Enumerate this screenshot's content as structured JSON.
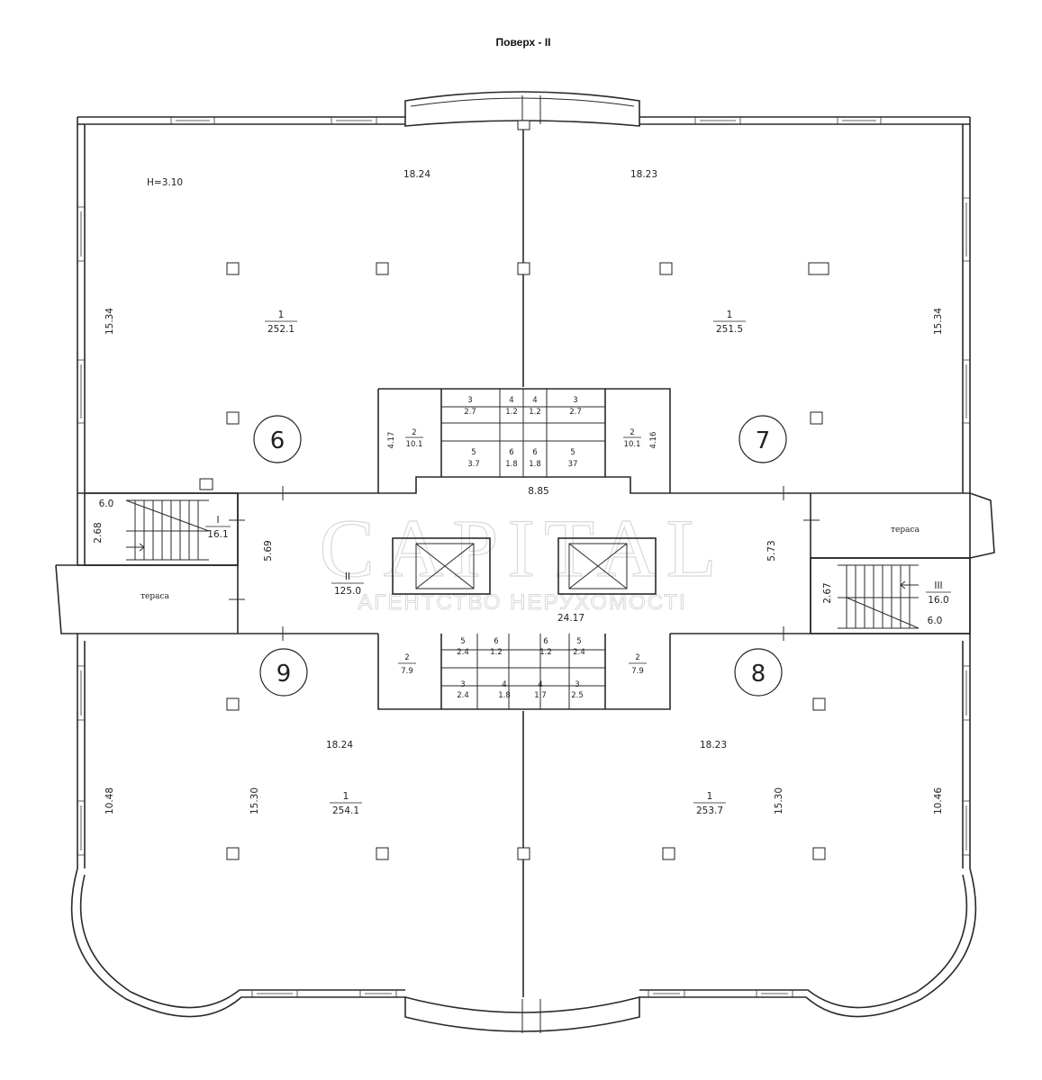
{
  "title": "Поверх - II",
  "height_note": "H=3.10",
  "watermark": {
    "main": "CAPITAL",
    "sub": "АГЕНТСТВО НЕРУХОМОСТІ"
  },
  "terrace_label": "тераса",
  "units": [
    "6",
    "7",
    "8",
    "9"
  ],
  "offices": {
    "u6": {
      "num": "1",
      "area": "252.1"
    },
    "u7": {
      "num": "1",
      "area": "251.5"
    },
    "u9": {
      "num": "1",
      "area": "254.1"
    },
    "u8": {
      "num": "1",
      "area": "253.7"
    }
  },
  "public": {
    "stair_I": {
      "num": "I",
      "area": "16.1"
    },
    "hall_II": {
      "num": "II",
      "area": "125.0"
    },
    "stair_III": {
      "num": "III",
      "area": "16.0"
    }
  },
  "dimensions": {
    "d_18_24_top": "18.24",
    "d_18_23_top": "18.23",
    "d_15_34_left": "15.34",
    "d_15_34_right": "15.34",
    "d_4_17": "4.17",
    "d_4_16": "4.16",
    "d_8_85": "8.85",
    "d_6_0_left": "6.0",
    "d_2_68": "2.68",
    "d_5_69": "5.69",
    "d_5_73": "5.73",
    "d_2_67": "2.67",
    "d_6_0_right": "6.0",
    "d_24_17": "24.17",
    "d_18_24_bot": "18.24",
    "d_18_23_bot": "18.23",
    "d_10_48": "10.48",
    "d_15_30_left": "15.30",
    "d_15_30_right": "15.30",
    "d_10_46": "10.46"
  },
  "wet_top": [
    {
      "num": "2",
      "area": "10.1"
    },
    {
      "num": "3",
      "area": "2.7"
    },
    {
      "num": "4",
      "area": "1.2"
    },
    {
      "num": "4",
      "area": "1.2"
    },
    {
      "num": "3",
      "area": "2.7"
    },
    {
      "num": "2",
      "area": "10.1"
    },
    {
      "num": "5",
      "area": "3.7"
    },
    {
      "num": "6",
      "area": "1.8"
    },
    {
      "num": "6",
      "area": "1.8"
    },
    {
      "num": "5",
      "area": "37"
    }
  ],
  "wet_bottom": [
    {
      "num": "2",
      "area": "7.9"
    },
    {
      "num": "5",
      "area": "2.4"
    },
    {
      "num": "6",
      "area": "1.2"
    },
    {
      "num": "6",
      "area": "1.2"
    },
    {
      "num": "5",
      "area": "2.4"
    },
    {
      "num": "2",
      "area": "7.9"
    },
    {
      "num": "3",
      "area": "2.4"
    },
    {
      "num": "4",
      "area": "1.8"
    },
    {
      "num": "4",
      "area": "1.7"
    },
    {
      "num": "3",
      "area": "2.5"
    }
  ]
}
